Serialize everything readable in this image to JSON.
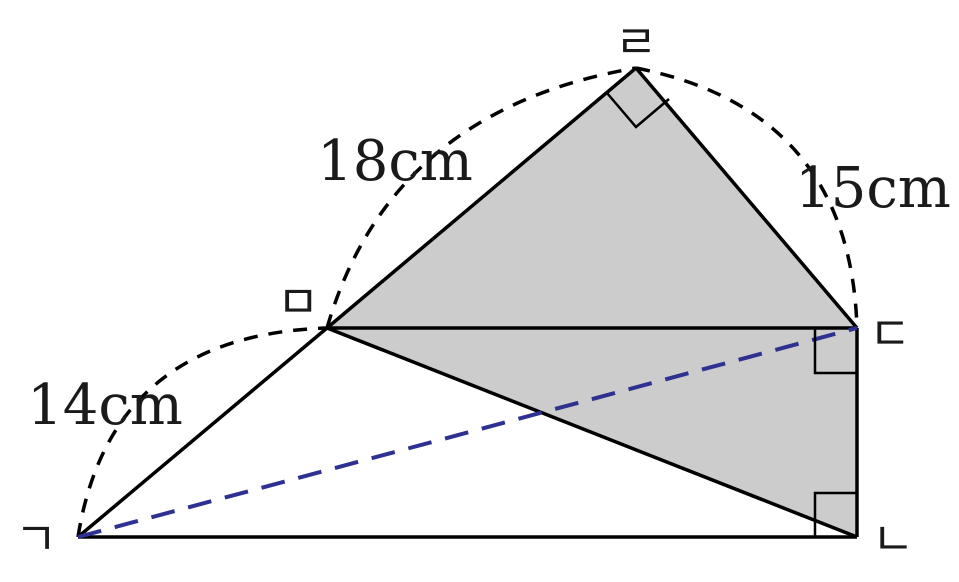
{
  "vertices": {
    "giyeok": "ㄱ",
    "nieun": "ㄴ",
    "digeut": "ㄷ",
    "rieul": "ㄹ",
    "mieum": "ㅁ"
  },
  "measurements": {
    "rieul_mieum": "18cm",
    "rieul_digeut": "15cm",
    "mieum_giyeok": "14cm"
  },
  "colors": {
    "shade": "#cccccc",
    "line": "#000000",
    "diagonal": "#2e3192"
  }
}
